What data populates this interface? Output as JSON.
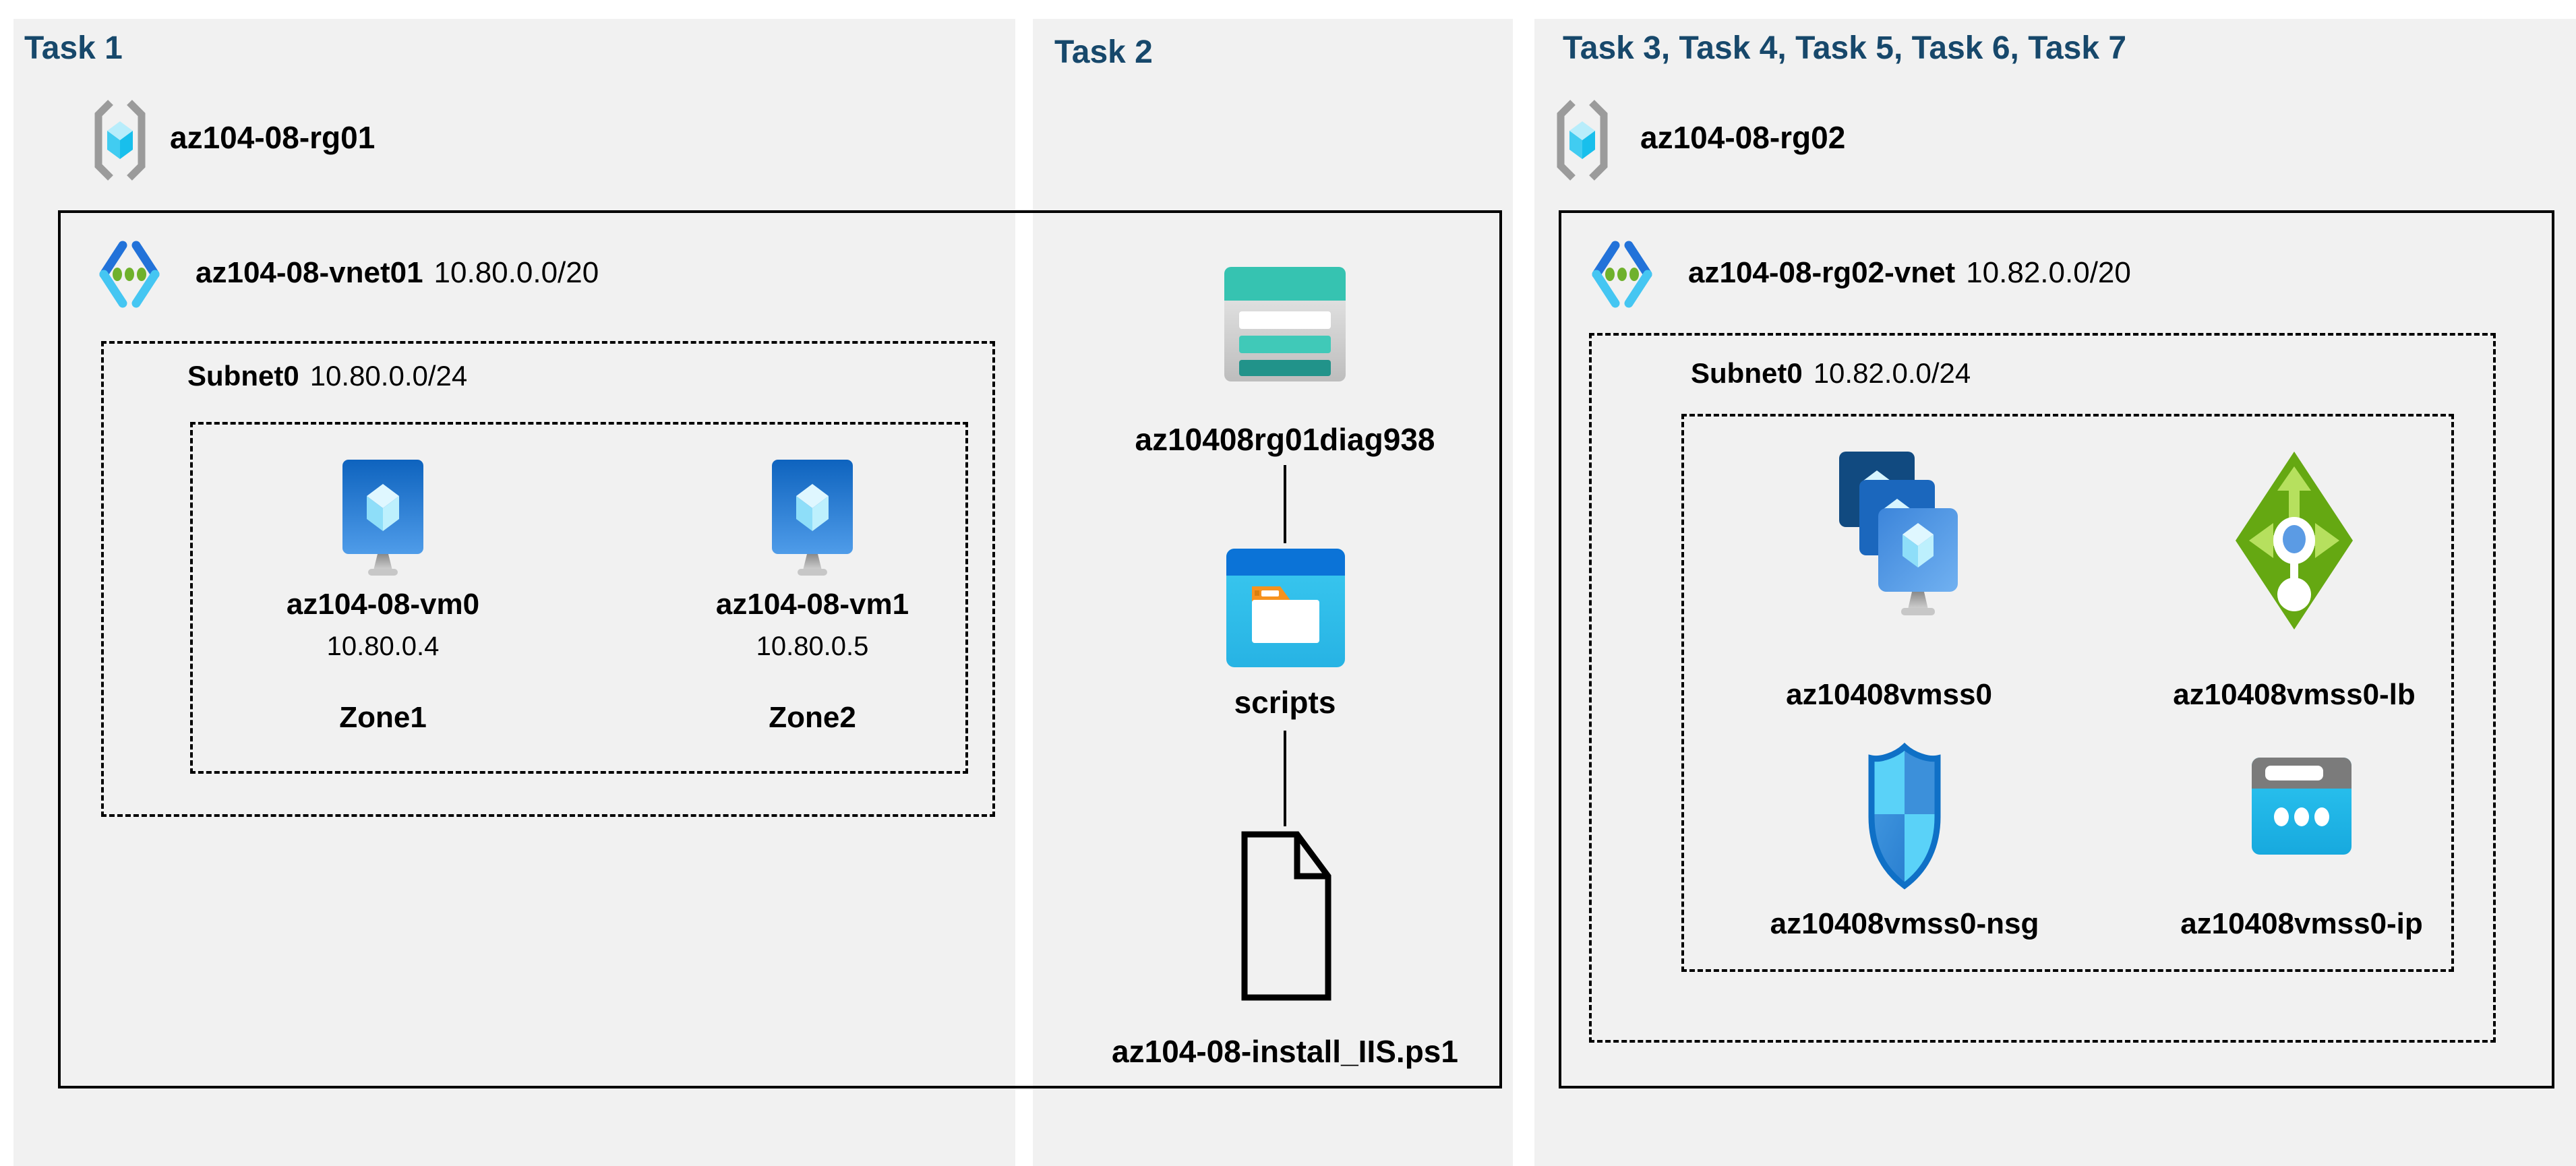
{
  "palette": {
    "title_text": "#17486b",
    "panel_bg": "#f1f1f1",
    "label_text": "#000000",
    "azure_blue": "#0b73d7",
    "azure_cyan": "#35c6f0",
    "storage_teal": "#36c3b1",
    "lb_green": "#65a812",
    "bracket_gray": "#9b9b9b"
  },
  "task1": {
    "title": "Task 1",
    "resource_group": "az104-08-rg01",
    "vnet_name": "az104-08-vnet01",
    "vnet_cidr": "10.80.0.0/20",
    "subnet_name": "Subnet0",
    "subnet_cidr": "10.80.0.0/24",
    "vm0_name": "az104-08-vm0",
    "vm0_ip": "10.80.0.4",
    "vm0_zone": "Zone1",
    "vm1_name": "az104-08-vm1",
    "vm1_ip": "10.80.0.5",
    "vm1_zone": "Zone2"
  },
  "task2": {
    "title": "Task 2",
    "storage_account": "az10408rg01diag938",
    "container": "scripts",
    "script_file": "az104-08-install_IIS.ps1"
  },
  "task3": {
    "title": "Task 3, Task 4, Task 5, Task 6, Task 7",
    "resource_group": "az104-08-rg02",
    "vnet_name": "az104-08-rg02-vnet",
    "vnet_cidr": "10.82.0.0/20",
    "subnet_name": "Subnet0",
    "subnet_cidr": "10.82.0.0/24",
    "vmss": "az10408vmss0",
    "load_balancer": "az10408vmss0-lb",
    "nsg": "az10408vmss0-nsg",
    "public_ip": "az10408vmss0-ip"
  },
  "icons": {
    "resource_group": "resource-group-icon",
    "virtual_network": "virtual-network-icon",
    "virtual_machine": "vm-icon",
    "storage_account": "storage-account-icon",
    "container_folder": "folder-icon",
    "script_file": "file-icon",
    "vm_scale_set": "vmss-icon",
    "load_balancer": "load-balancer-icon",
    "network_security_group": "nsg-shield-icon",
    "public_ip": "public-ip-icon"
  }
}
